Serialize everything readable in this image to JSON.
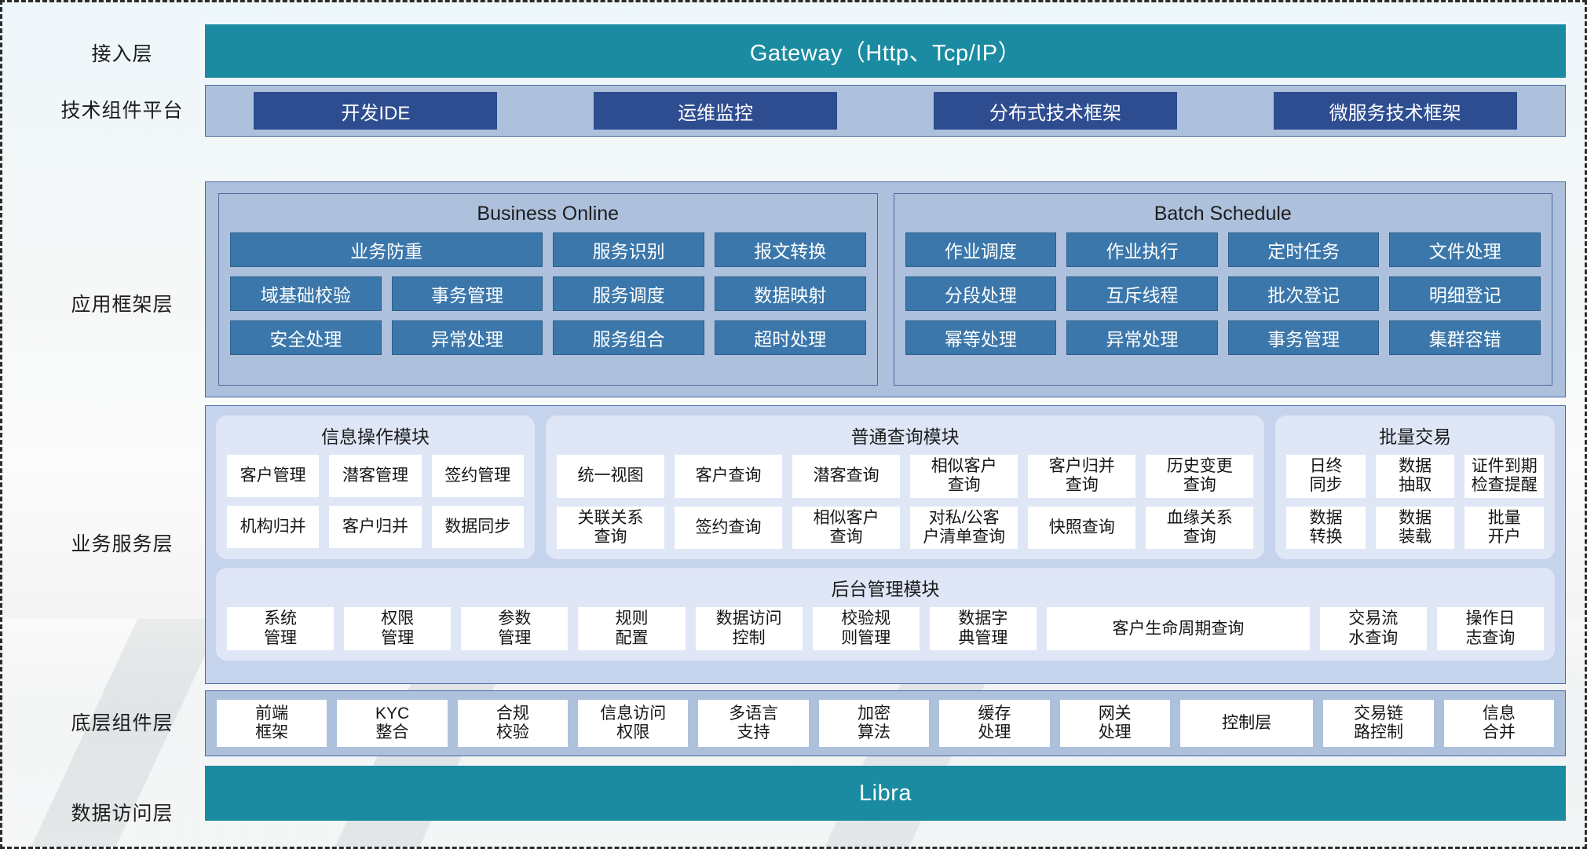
{
  "layers": [
    {
      "key": "access",
      "label": "接入层"
    },
    {
      "key": "tech",
      "label": "技术组件平台"
    },
    {
      "key": "appframe",
      "label": "应用框架层"
    },
    {
      "key": "bizservice",
      "label": "业务服务层"
    },
    {
      "key": "component",
      "label": "底层组件层"
    },
    {
      "key": "dataaccess",
      "label": "数据访问层"
    }
  ],
  "gateway": {
    "label": "Gateway（Http、Tcp/IP）",
    "color": "#1a8ba0"
  },
  "tech_platform": {
    "buttons": [
      "开发IDE",
      "运维监控",
      "分布式技术框架",
      "微服务技术框架"
    ],
    "button_color": "#2e4d91",
    "band_color": "#adc0dc"
  },
  "app_framework": {
    "groups": [
      {
        "title": "Business Online",
        "rows": [
          [
            {
              "label": "业务防重",
              "span": 2
            },
            {
              "label": "服务识别",
              "span": 1
            },
            {
              "label": "报文转换",
              "span": 1
            }
          ],
          [
            {
              "label": "域基础校验",
              "span": 1
            },
            {
              "label": "事务管理",
              "span": 1
            },
            {
              "label": "服务调度",
              "span": 1
            },
            {
              "label": "数据映射",
              "span": 1
            }
          ],
          [
            {
              "label": "安全处理",
              "span": 1
            },
            {
              "label": "异常处理",
              "span": 1
            },
            {
              "label": "服务组合",
              "span": 1
            },
            {
              "label": "超时处理",
              "span": 1
            }
          ]
        ]
      },
      {
        "title": "Batch Schedule",
        "rows": [
          [
            {
              "label": "作业调度",
              "span": 1
            },
            {
              "label": "作业执行",
              "span": 1
            },
            {
              "label": "定时任务",
              "span": 1
            },
            {
              "label": "文件处理",
              "span": 1
            }
          ],
          [
            {
              "label": "分段处理",
              "span": 1
            },
            {
              "label": "互斥线程",
              "span": 1
            },
            {
              "label": "批次登记",
              "span": 1
            },
            {
              "label": "明细登记",
              "span": 1
            }
          ],
          [
            {
              "label": "幂等处理",
              "span": 1
            },
            {
              "label": "异常处理",
              "span": 1
            },
            {
              "label": "事务管理",
              "span": 1
            },
            {
              "label": "集群容错",
              "span": 1
            }
          ]
        ]
      }
    ],
    "cell_color": "#3b77ab"
  },
  "business_service": {
    "modules_top": [
      {
        "title": "信息操作模块",
        "width": "24.2%",
        "rows": [
          [
            "客户管理",
            "潜客管理",
            "签约管理"
          ],
          [
            "机构归并",
            "客户归并",
            "数据同步"
          ]
        ]
      },
      {
        "title": "普通查询模块",
        "width": "54.6%",
        "rows": [
          [
            "统一视图",
            "客户查询",
            "潜客查询",
            "相似客户\n查询",
            "客户归并\n查询",
            "历史变更\n查询"
          ],
          [
            "关联关系\n查询",
            "签约查询",
            "相似客户\n查询",
            "对私/公客\n户清单查询",
            "快照查询",
            "血缘关系\n查询"
          ]
        ]
      },
      {
        "title": "批量交易",
        "width": "21.2%",
        "rows": [
          [
            "日终\n同步",
            "数据\n抽取",
            "证件到期\n检查提醒"
          ],
          [
            "数据\n转换",
            "数据\n装载",
            "批量\n开户"
          ]
        ]
      }
    ],
    "module_backend": {
      "title": "后台管理模块",
      "items": [
        {
          "label": "系统\n管理",
          "flex": 1
        },
        {
          "label": "权限\n管理",
          "flex": 1
        },
        {
          "label": "参数\n管理",
          "flex": 1
        },
        {
          "label": "规则\n配置",
          "flex": 1
        },
        {
          "label": "数据访问\n控制",
          "flex": 1
        },
        {
          "label": "校验规\n则管理",
          "flex": 1
        },
        {
          "label": "数据字\n典管理",
          "flex": 1
        },
        {
          "label": "客户生命周期查询",
          "flex": 2.55
        },
        {
          "label": "交易流\n水查询",
          "flex": 1
        },
        {
          "label": "操作日\n志查询",
          "flex": 1
        }
      ]
    },
    "band_color": "#c5d3ec",
    "module_color": "#dfe6f6"
  },
  "component_layer": {
    "items": [
      {
        "label": "前端\n框架",
        "flex": 1
      },
      {
        "label": "KYC\n整合",
        "flex": 1
      },
      {
        "label": "合规\n校验",
        "flex": 1
      },
      {
        "label": "信息访问\n权限",
        "flex": 1
      },
      {
        "label": "多语言\n支持",
        "flex": 1
      },
      {
        "label": "加密\n算法",
        "flex": 1
      },
      {
        "label": "缓存\n处理",
        "flex": 1
      },
      {
        "label": "网关\n处理",
        "flex": 1
      },
      {
        "label": "控制层",
        "flex": 1.22
      },
      {
        "label": "交易链\n路控制",
        "flex": 1
      },
      {
        "label": "信息\n合并",
        "flex": 1
      }
    ],
    "band_color": "#adc0dc"
  },
  "data_access": {
    "label": "Libra",
    "color": "#1a8ba0"
  }
}
